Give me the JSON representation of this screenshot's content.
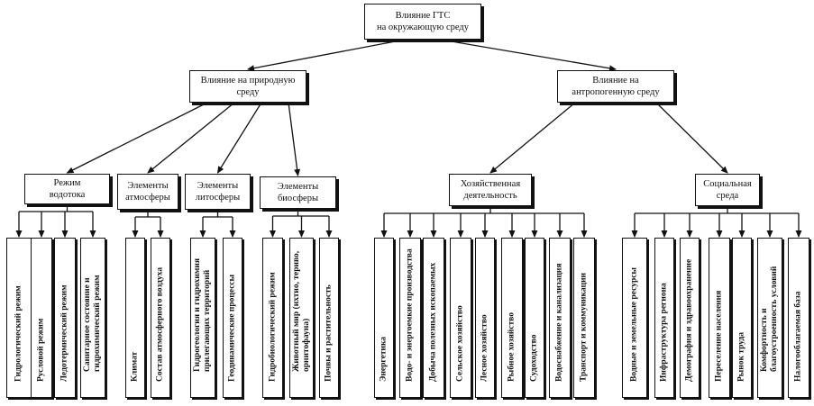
{
  "root": "Влияние ГТС\nна окружающую среду",
  "branches": [
    {
      "label": "Влияние на природную\nсреду",
      "groups": [
        {
          "label": "Режим\nводотока",
          "items": [
            "Гидрологический режим",
            "Русловой режим",
            "Ледотермический режим",
            "Санитарное состояние и\nгидрохимический режим"
          ]
        },
        {
          "label": "Элементы\nатмосферы",
          "items": [
            "Климат",
            "Состав атмосферного воздуха"
          ]
        },
        {
          "label": "Элементы\nлитосферы",
          "items": [
            "Гидрогеология и гидрохимия\nприлегающих территорий",
            "Геодинамические процессы"
          ]
        },
        {
          "label": "Элементы\nбиосферы",
          "items": [
            "Гидробиологический режим",
            "Животный мир (ихтио, териво,\nорнитофауна)",
            "Почвы и растительность"
          ]
        }
      ]
    },
    {
      "label": "Влияние на\nантропогенную среду",
      "groups": [
        {
          "label": "Хозяйственная\nдеятельность",
          "items": [
            "Энергетика",
            "Водо- и энергоемкие производства",
            "Добыча полезных ископаемых",
            "Сельское хозяйство",
            "Лесное хозяйство",
            "Рыбное хозяйство",
            "Судоходство",
            "Водоснабжение и канализация",
            "Транспорт и коммуникации"
          ]
        },
        {
          "label": "Социальная\nсреда",
          "items": [
            "Водные и земельные ресурсы",
            "Инфраструктура региона",
            "Демография и здравоохранение",
            "Переселение населения",
            "Рынок труда",
            "Комфортность и\nблагоустроенность условий",
            "Налогооблагаемая база"
          ]
        }
      ]
    }
  ]
}
